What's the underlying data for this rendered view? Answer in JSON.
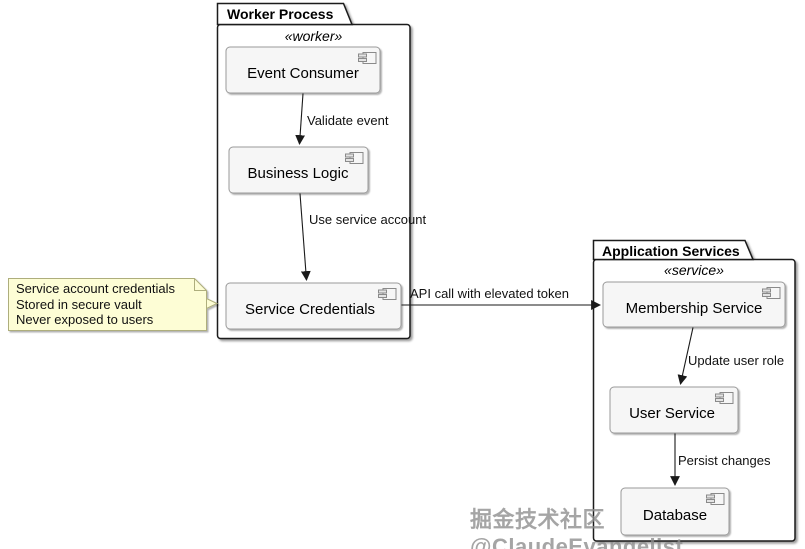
{
  "diagram_type": "uml-component-diagram",
  "packages": {
    "worker": {
      "title": "Worker Process",
      "stereotype": "«worker»",
      "components": {
        "event_consumer": "Event Consumer",
        "business_logic": "Business Logic",
        "service_credentials": "Service Credentials"
      }
    },
    "app": {
      "title": "Application Services",
      "stereotype": "«service»",
      "components": {
        "membership_service": "Membership Service",
        "user_service": "User Service",
        "database": "Database"
      }
    }
  },
  "edges": {
    "validate_event": "Validate event",
    "use_service_account": "Use service account",
    "api_call": "API call with elevated token",
    "update_user_role": "Update user role",
    "persist_changes": "Persist changes"
  },
  "note": {
    "line1": "Service account credentials",
    "line2": "Stored in secure vault",
    "line3": "Never exposed to users"
  },
  "watermark": "掘金技术社区 @ClaudeEvangelist",
  "colors": {
    "package_border": "#1a1a1a",
    "component_fill": "#f6f6f6",
    "component_border": "#999999",
    "note_fill": "#fdfdd5",
    "note_border": "#aeae7c",
    "arrow": "#1a1a1a"
  }
}
